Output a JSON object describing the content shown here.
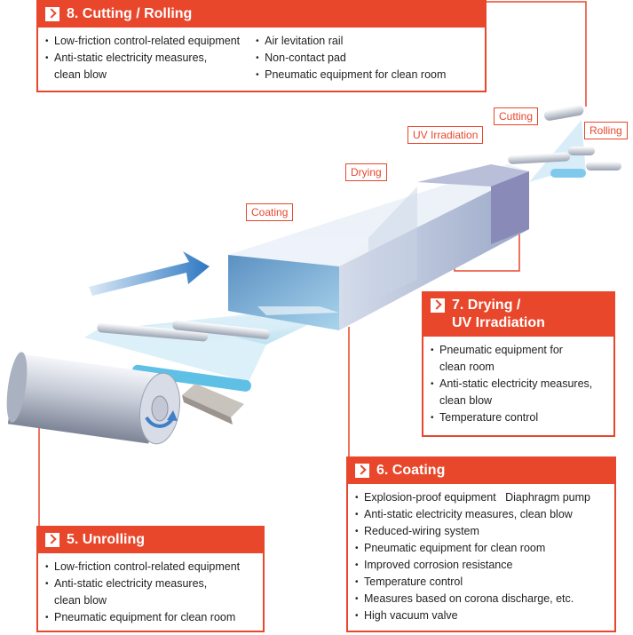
{
  "boxes": {
    "cutting_rolling": {
      "title": "8. Cutting / Rolling",
      "col1": [
        "Low-friction control-related equipment",
        "Anti-static electricity measures,",
        "clean blow"
      ],
      "col2": [
        "Air levitation rail",
        "Non-contact pad",
        "Pneumatic equipment for clean room"
      ]
    },
    "drying_uv": {
      "title_line1": "7. Drying /",
      "title_line2": "UV Irradiation",
      "items": [
        "Pneumatic equipment for",
        "clean room",
        "Anti-static electricity measures,",
        "clean blow",
        "Temperature control"
      ]
    },
    "coating": {
      "title": "6. Coating",
      "items": [
        "Explosion-proof equipment   Diaphragm pump",
        "Anti-static electricity measures, clean blow",
        "Reduced-wiring system",
        "Pneumatic equipment for clean room",
        "Improved corrosion resistance",
        "Temperature control",
        "Measures based on corona discharge, etc.",
        "High vacuum valve"
      ]
    },
    "unrolling": {
      "title": "5. Unrolling",
      "items": [
        "Low-friction control-related equipment",
        "Anti-static electricity measures,",
        "clean blow",
        "Pneumatic equipment for clean room"
      ]
    }
  },
  "labels": {
    "coating": "Coating",
    "drying": "Drying",
    "uv": "UV Irradiation",
    "cutting": "Cutting",
    "rolling": "Rolling"
  },
  "colors": {
    "accent": "#e8472c",
    "film": "#bfe3f0",
    "tunnel_top": "#e6edf5",
    "tunnel_side": "#8aa7c8",
    "uv_section": "#8a8ab8"
  }
}
